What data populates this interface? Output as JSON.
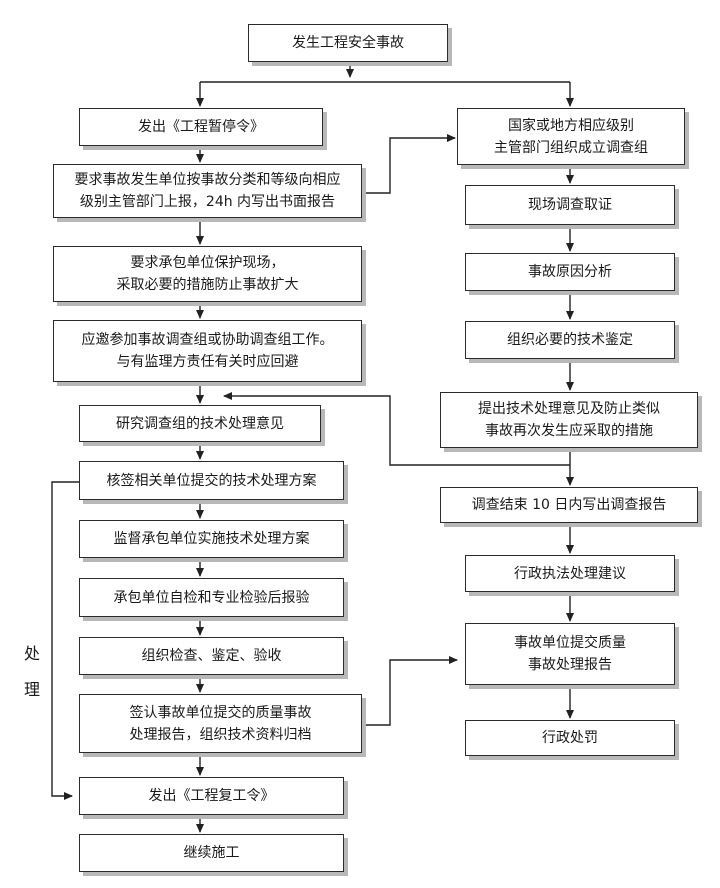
{
  "start": "发生工程安全事故",
  "left": {
    "suspend_order": "发出《工程暂停令》",
    "report": [
      "要求事故发生单位按事故分类和等级向相应",
      "级别主管部门上报，24h 内写出书面报告"
    ],
    "protect_site": [
      "要求承包单位保护现场，",
      "采取必要的措施防止事故扩大"
    ],
    "join_investigation": [
      "应邀参加事故调查组或协助调查组工作。",
      "与有监理方责任有关时应回避"
    ],
    "study_opinion": "研究调查组的技术处理意见",
    "sign_plan": "核签相关单位提交的技术处理方案",
    "supervise": "监督承包单位实施技术处理方案",
    "self_check": "承包单位自检和专业检验后报验",
    "inspect": "组织检查、鉴定、验收",
    "sign_report": [
      "签认事故单位提交的质量事故",
      "处理报告，组织技术资料归档"
    ],
    "resume_order": "发出《工程复工令》",
    "continue": "继续施工"
  },
  "right": {
    "form_team": [
      "国家或地方相应级别",
      "主管部门组织成立调查组"
    ],
    "evidence": "现场调查取证",
    "cause": "事故原因分析",
    "appraisal": "组织必要的技术鉴定",
    "measures": [
      "提出技术处理意见及防止类似",
      "事故再次发生应采取的措施"
    ],
    "report_10d": "调查结束 10 日内写出调查报告",
    "admin_advice": "行政执法处理建议",
    "quality_report": [
      "事故单位提交质量",
      "事故处理报告"
    ],
    "penalty": "行政处罚"
  },
  "side_label": [
    "处",
    "理"
  ]
}
